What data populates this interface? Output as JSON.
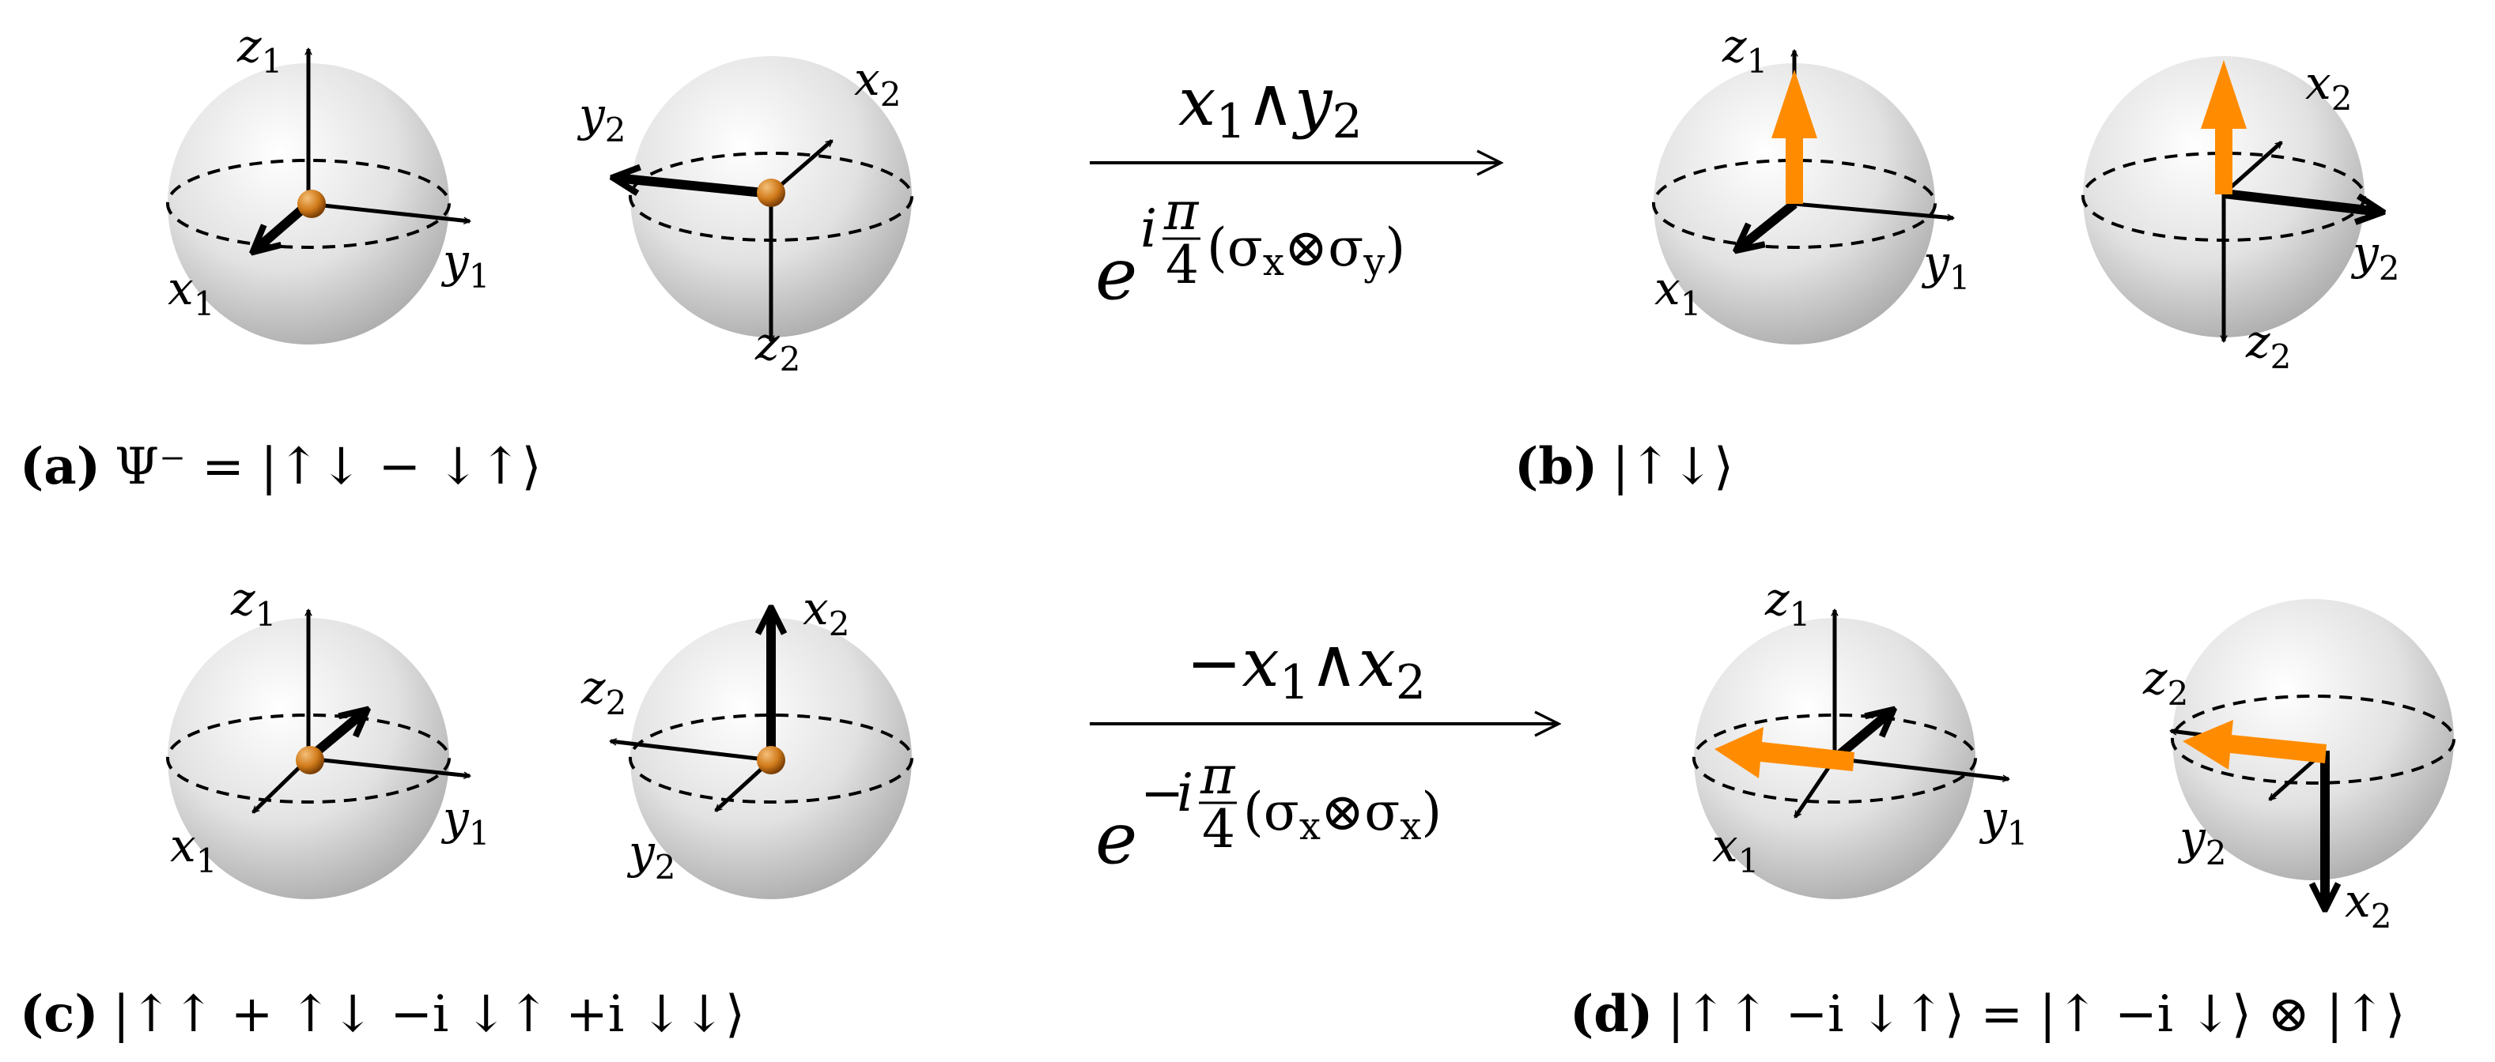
{
  "colors": {
    "accent_arrow": "#ff8c00",
    "sphere_light": "#ffffff",
    "sphere_dark": "#a6a6a6",
    "atom": "#d07a1a",
    "ink": "#000000"
  },
  "panels": {
    "a": {
      "tag": "(a)",
      "caption": "Ψ⁻ = |↑↓ − ↓↑⟩",
      "sphere1_axes": {
        "z": "z",
        "z_sub": "1",
        "x": "x",
        "x_sub": "1",
        "y": "y",
        "y_sub": "1"
      },
      "sphere2_axes": {
        "x": "x",
        "x_sub": "2",
        "y": "y",
        "y_sub": "2",
        "z": "z",
        "z_sub": "2"
      }
    },
    "b": {
      "tag": "(b)",
      "caption": "|↑↓⟩",
      "sphere1_axes": {
        "z": "z",
        "z_sub": "1",
        "x": "x",
        "x_sub": "1",
        "y": "y",
        "y_sub": "1"
      },
      "sphere2_axes": {
        "x": "x",
        "x_sub": "2",
        "y": "y",
        "y_sub": "2",
        "z": "z",
        "z_sub": "2"
      }
    },
    "c": {
      "tag": "(c)",
      "caption": "|↑↑ + ↑↓ −i ↓↑ +i ↓↓⟩",
      "sphere1_axes": {
        "z": "z",
        "z_sub": "1",
        "x": "x",
        "x_sub": "1",
        "y": "y",
        "y_sub": "1"
      },
      "sphere2_axes": {
        "x": "x",
        "x_sub": "2",
        "z": "z",
        "z_sub": "2",
        "y": "y",
        "y_sub": "2"
      }
    },
    "d": {
      "tag": "(d)",
      "caption": "|↑↑ −i ↓↑⟩ = |↑ −i ↓⟩ ⊗ |↑⟩",
      "sphere1_axes": {
        "z": "z",
        "z_sub": "1",
        "x": "x",
        "x_sub": "1",
        "y": "y",
        "y_sub": "1"
      },
      "sphere2_axes": {
        "z": "z",
        "z_sub": "2",
        "y": "y",
        "y_sub": "2",
        "x": "x",
        "x_sub": "2"
      }
    }
  },
  "transforms": {
    "top": {
      "operator": {
        "v1": "x",
        "s1": "1",
        "wedge": "∧",
        "v2": "y",
        "s2": "2"
      },
      "exponent": {
        "base": "e",
        "sign": "",
        "i": "i",
        "pi": "π",
        "four": "4",
        "lp": "(",
        "sa": "σ",
        "sa_sub": "x",
        "otimes": "⊗",
        "sb": "σ",
        "sb_sub": "y",
        "rp": ")"
      }
    },
    "bottom": {
      "operator": {
        "neg": "−",
        "v1": "x",
        "s1": "1",
        "wedge": "∧",
        "v2": "x",
        "s2": "2"
      },
      "exponent": {
        "base": "e",
        "sign": "−",
        "i": "i",
        "pi": "π",
        "four": "4",
        "lp": "(",
        "sa": "σ",
        "sa_sub": "x",
        "otimes": "⊗",
        "sb": "σ",
        "sb_sub": "x",
        "rp": ")"
      }
    }
  }
}
